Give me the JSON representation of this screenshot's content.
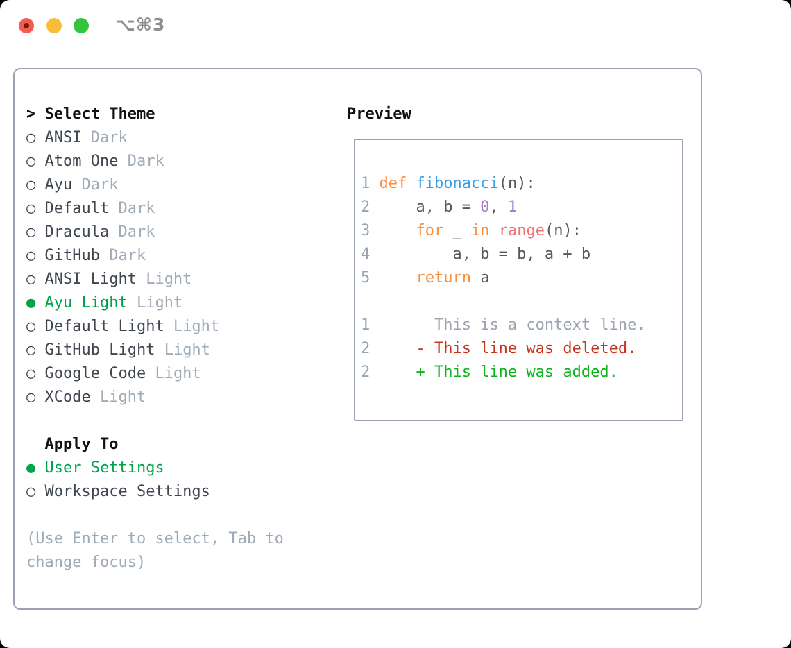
{
  "titlebar": {
    "shortcut": "⌥⌘3",
    "buttons": [
      "close",
      "minimize",
      "zoom"
    ]
  },
  "icons": {
    "radio_unselected": "○ ",
    "radio_selected": "● ",
    "cursor_prefix": "> "
  },
  "theme_panel": {
    "header": "Select Theme",
    "items": [
      {
        "name": "ANSI",
        "variant": "Dark",
        "selected": false
      },
      {
        "name": "Atom One",
        "variant": "Dark",
        "selected": false
      },
      {
        "name": "Ayu",
        "variant": "Dark",
        "selected": false
      },
      {
        "name": "Default",
        "variant": "Dark",
        "selected": false
      },
      {
        "name": "Dracula",
        "variant": "Dark",
        "selected": false
      },
      {
        "name": "GitHub",
        "variant": "Dark",
        "selected": false
      },
      {
        "name": "ANSI Light",
        "variant": "Light",
        "selected": false
      },
      {
        "name": "Ayu Light",
        "variant": "Light",
        "selected": true
      },
      {
        "name": "Default Light",
        "variant": "Light",
        "selected": false
      },
      {
        "name": "GitHub Light",
        "variant": "Light",
        "selected": false
      },
      {
        "name": "Google Code",
        "variant": "Light",
        "selected": false
      },
      {
        "name": "XCode",
        "variant": "Light",
        "selected": false
      }
    ]
  },
  "apply_to": {
    "header": "Apply To",
    "options": [
      {
        "label": "User Settings",
        "selected": true
      },
      {
        "label": "Workspace Settings",
        "selected": false
      }
    ]
  },
  "help": {
    "lines": [
      "(Use Enter to select, Tab to",
      "change focus)"
    ]
  },
  "preview": {
    "label": "Preview",
    "lines": [
      {
        "segments": [
          [
            "num",
            "1 "
          ],
          [
            "kw",
            "def "
          ],
          [
            "fn",
            "fibonacci"
          ],
          [
            "fg",
            "(n):"
          ]
        ]
      },
      {
        "segments": [
          [
            "num",
            "2 "
          ],
          [
            "fg",
            "    a, b = "
          ],
          [
            "const",
            "0"
          ],
          [
            "fg",
            ", "
          ],
          [
            "const",
            "1"
          ]
        ]
      },
      {
        "segments": [
          [
            "num",
            "3 "
          ],
          [
            "fg",
            "    "
          ],
          [
            "kw",
            "for"
          ],
          [
            "fg",
            " _ "
          ],
          [
            "kw",
            "in"
          ],
          [
            "fg",
            " "
          ],
          [
            "call",
            "range"
          ],
          [
            "fg",
            "(n):"
          ]
        ]
      },
      {
        "segments": [
          [
            "num",
            "4 "
          ],
          [
            "fg",
            "        a, b = b, a + b"
          ]
        ]
      },
      {
        "segments": [
          [
            "num",
            "5 "
          ],
          [
            "fg",
            "    "
          ],
          [
            "kw",
            "return"
          ],
          [
            "fg",
            " a"
          ]
        ]
      },
      {
        "segments": []
      },
      {
        "segments": [
          [
            "num",
            "1 "
          ],
          [
            "ctx",
            "      This is a context line."
          ]
        ]
      },
      {
        "segments": [
          [
            "num",
            "2 "
          ],
          [
            "del",
            "    - This line was deleted."
          ]
        ]
      },
      {
        "segments": [
          [
            "num",
            "2 "
          ],
          [
            "add",
            "    + This line was added."
          ]
        ]
      }
    ]
  },
  "colors": {
    "ui": {
      "accent_green": "#00a24b",
      "item_text": "#3f4650",
      "muted_text": "#a0abb8",
      "header_text": "#111111",
      "panel_border": "#9aa2af",
      "titlebar_text": "#8e8e8e",
      "traffic_red": "#f45c51",
      "traffic_red_dot": "#7e150c",
      "traffic_yellow": "#f8bd36",
      "traffic_green": "#33c53c"
    },
    "code": {
      "num": "#9aa4b0",
      "fg": "#505860",
      "kw": "#fa8d3e",
      "fn": "#399ee6",
      "const": "#a37acc",
      "call": "#f07171",
      "ctx": "#9aa4b0",
      "del": "#c7351f",
      "add": "#0db31c"
    }
  }
}
